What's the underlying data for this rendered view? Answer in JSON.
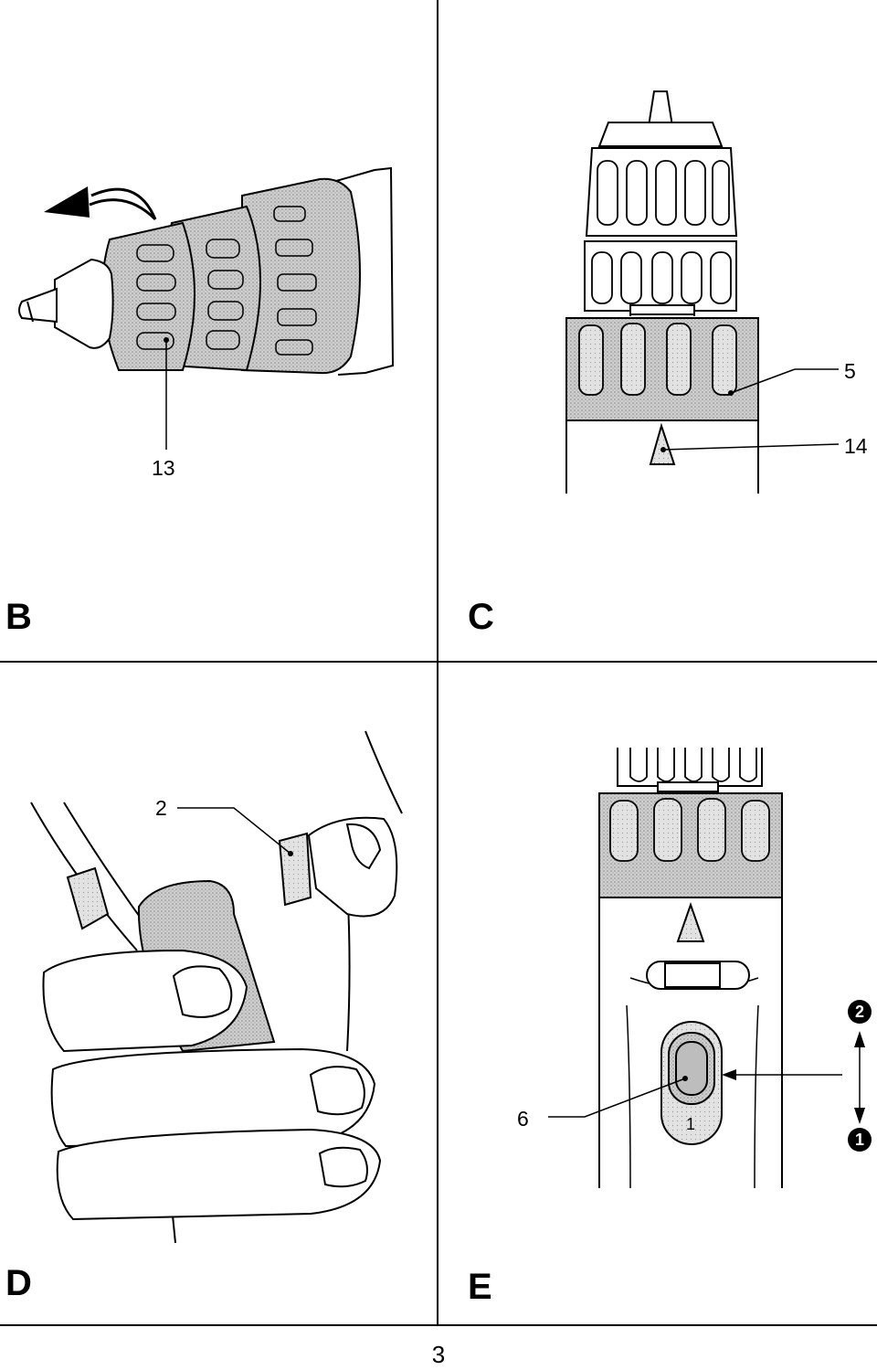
{
  "panels": {
    "B": {
      "letter": "B",
      "callouts": [
        "13"
      ]
    },
    "C": {
      "letter": "C",
      "callouts": [
        "5",
        "14"
      ]
    },
    "D": {
      "letter": "D",
      "callouts": [
        "2"
      ]
    },
    "E": {
      "letter": "E",
      "callouts": [
        "6"
      ],
      "positions": [
        "2",
        "1"
      ],
      "switch_mark": "1"
    }
  },
  "page_number": "3"
}
